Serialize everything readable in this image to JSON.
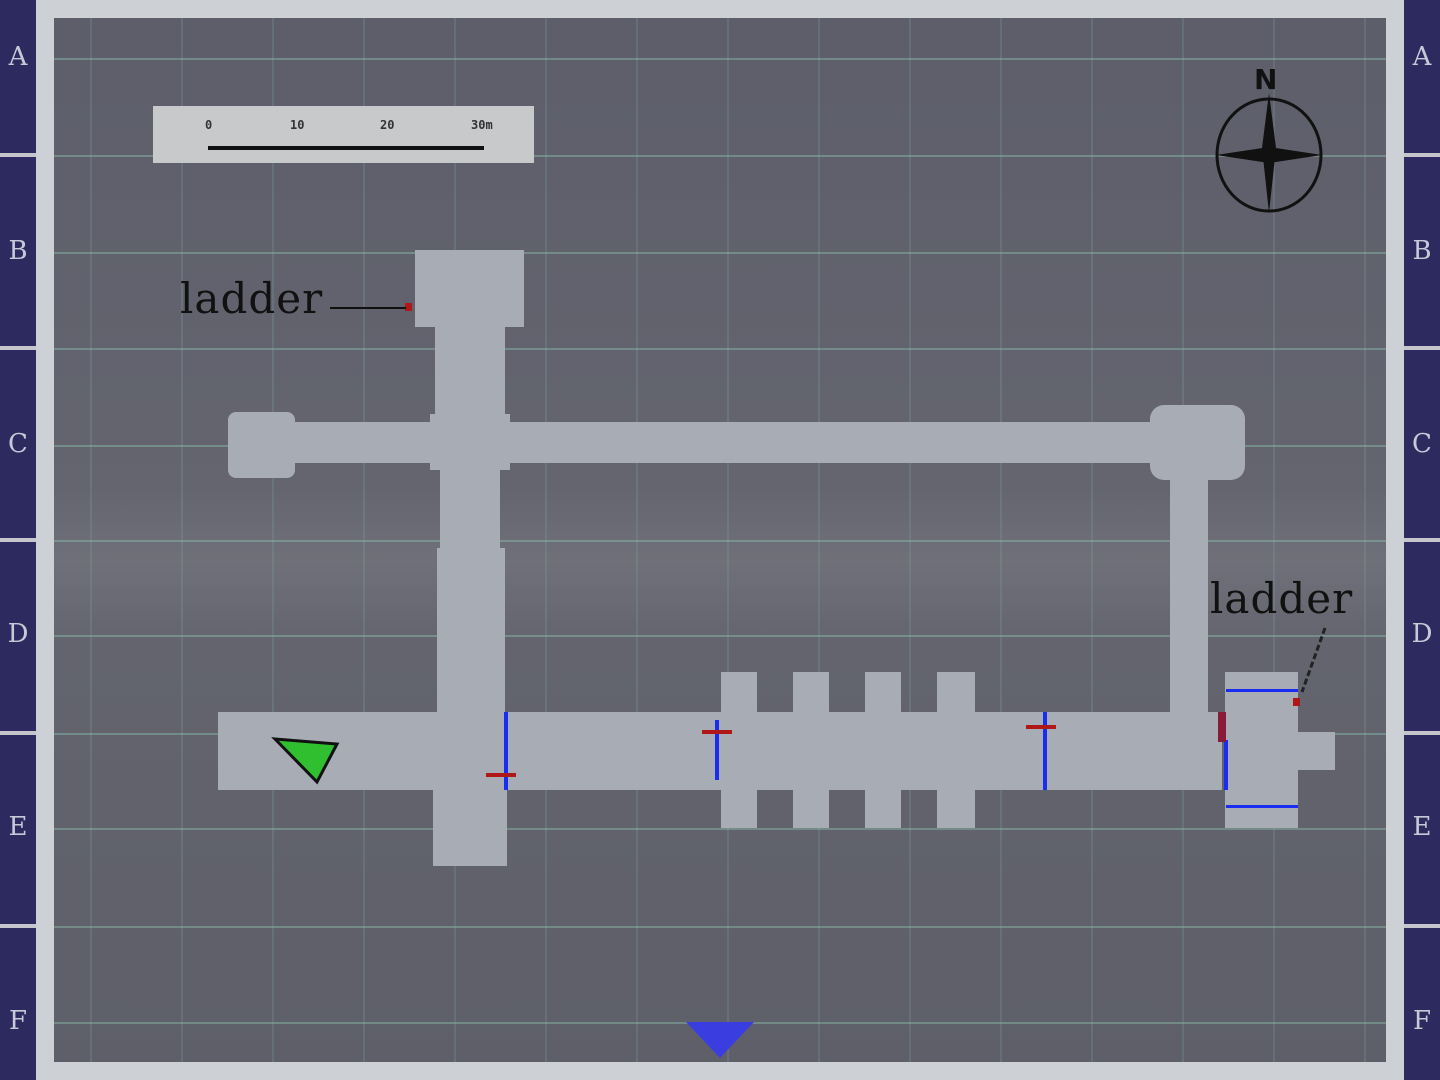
{
  "map": {
    "row_labels": [
      "A",
      "B",
      "C",
      "D",
      "E",
      "F"
    ],
    "scale_bar": {
      "ticks": [
        "0",
        "10",
        "20",
        "30m"
      ]
    },
    "compass": {
      "label": "N"
    },
    "annotations": [
      {
        "text": "ladder"
      },
      {
        "text": "ladder"
      }
    ],
    "colors": {
      "room": "#a8acb5",
      "door": "#1a2cf0",
      "marker": "#b01818",
      "player": "#2fbf2f",
      "sidebar": "#2c2a5e"
    }
  }
}
